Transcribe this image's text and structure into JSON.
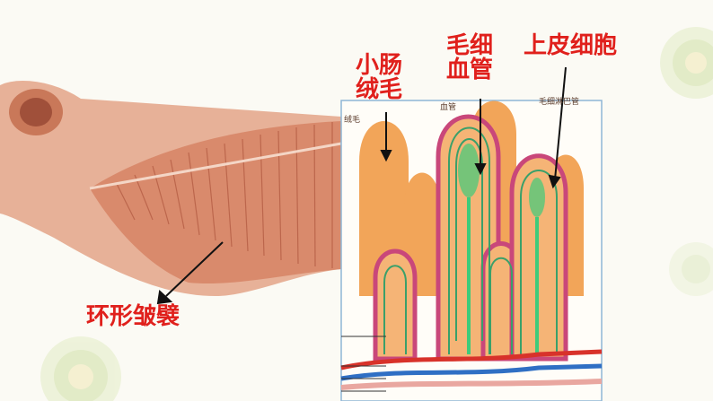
{
  "labels": {
    "villus": "小肠\n绒毛",
    "capillary": "毛细\n血管",
    "epithelial": "上皮细胞",
    "circular_fold": "环形皱襞"
  },
  "figure_text": {
    "left": "绒毛",
    "vessel": "血管",
    "lymph": "毛细淋巴管"
  },
  "colors": {
    "label": "#e0201c",
    "villus_body": "#f2a559",
    "capillary": "#3aa06a",
    "artery": "#d8322a",
    "vein": "#2f6fc4",
    "intestine": "#d98a6c",
    "background": "#fbfaf4"
  }
}
